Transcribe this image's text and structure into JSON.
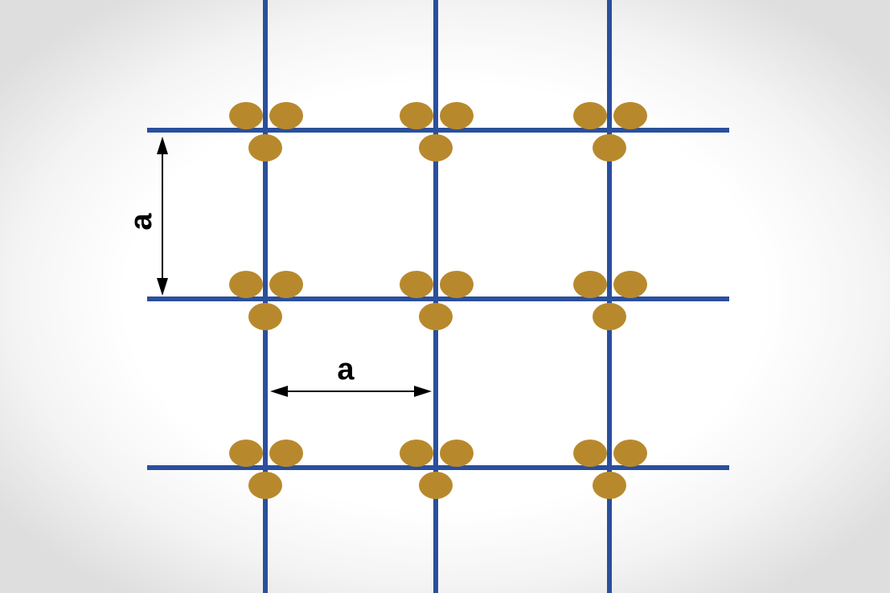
{
  "diagram": {
    "colors": {
      "grid": "#2a4f9c",
      "atom": "#b8892c",
      "dimension": "#000000"
    },
    "lattice": {
      "rows": 3,
      "columns": 3,
      "atoms_per_node": 3
    },
    "dimension_vertical": {
      "label": "a"
    },
    "dimension_horizontal": {
      "label": "a"
    }
  }
}
